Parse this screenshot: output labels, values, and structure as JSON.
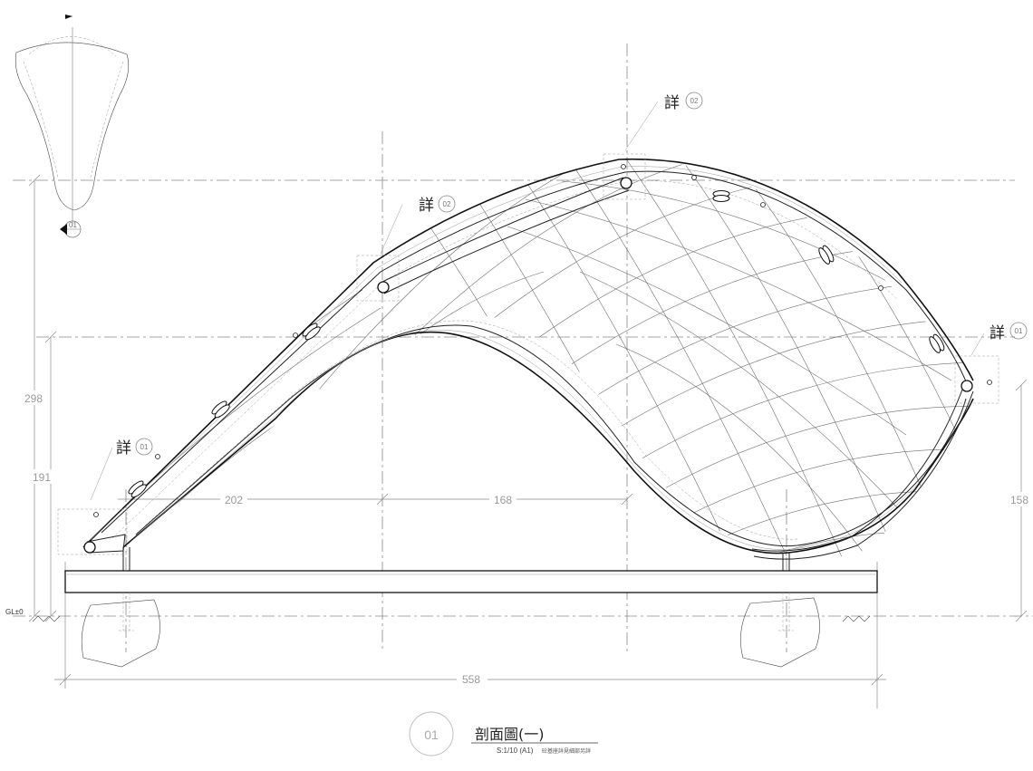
{
  "dimensions": {
    "height_total": "298",
    "height_left": "191",
    "height_right": "158",
    "span_left": "202",
    "span_mid": "168",
    "length_total": "558"
  },
  "details": {
    "label": "詳",
    "callouts": [
      {
        "num": "01"
      },
      {
        "num": "02"
      },
      {
        "num": "02"
      },
      {
        "num": "01"
      }
    ]
  },
  "ground_label": "GL±0",
  "key_plan_section_num": "01",
  "title_block": {
    "drawing_number": "01",
    "title": "剖面圖(一)",
    "scale": "S:1/10 (A1)",
    "note": "砼基座詳見細部另詳"
  }
}
